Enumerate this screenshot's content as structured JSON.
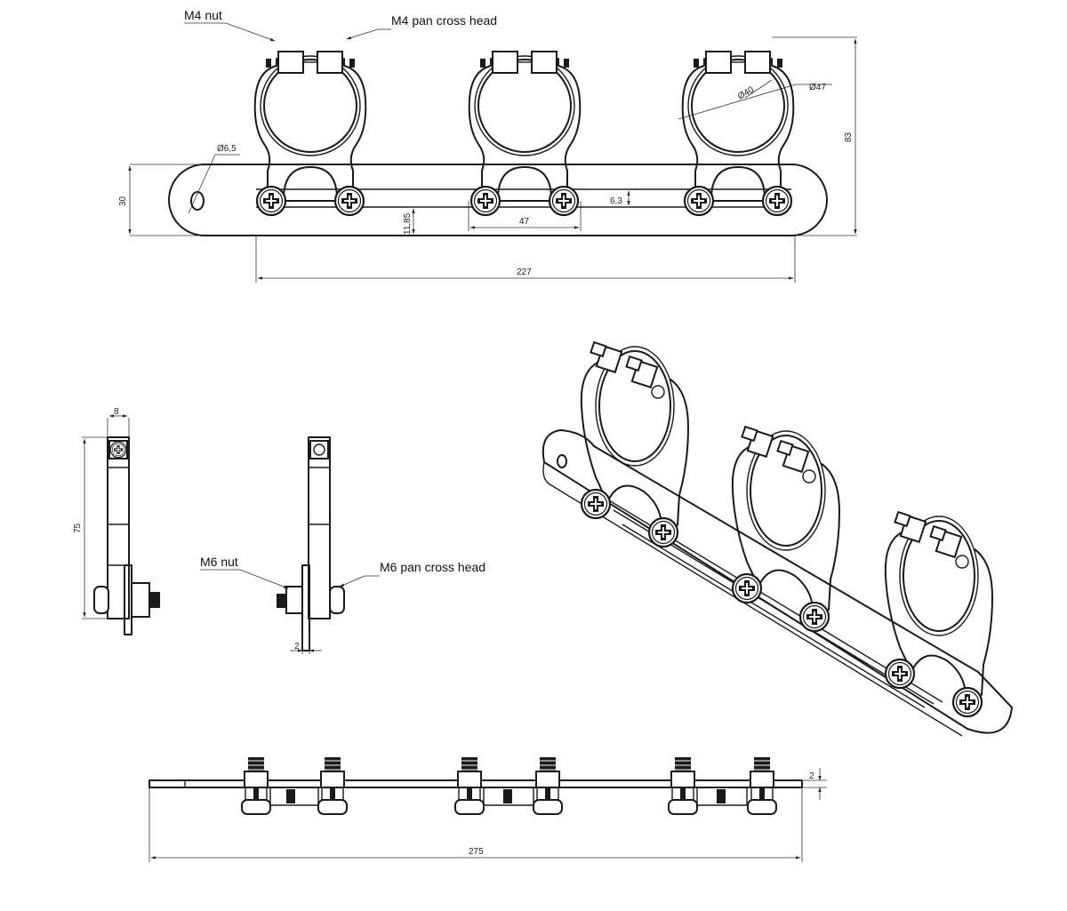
{
  "labels": {
    "m4_nut": "M4 nut",
    "m4_pan": "M4 pan cross head",
    "m6_nut": "M6 nut",
    "m6_pan": "M6 pan cross head"
  },
  "dims": {
    "d65": "Ø6,5",
    "d40": "Ø40",
    "d47": "Ø47",
    "h30": "30",
    "h83": "83",
    "h1185": "11,85",
    "w47": "47",
    "h63": "6,3",
    "w227": "227",
    "w8": "8",
    "h75": "75",
    "t2a": "2",
    "t2b": "2",
    "w275": "275"
  }
}
